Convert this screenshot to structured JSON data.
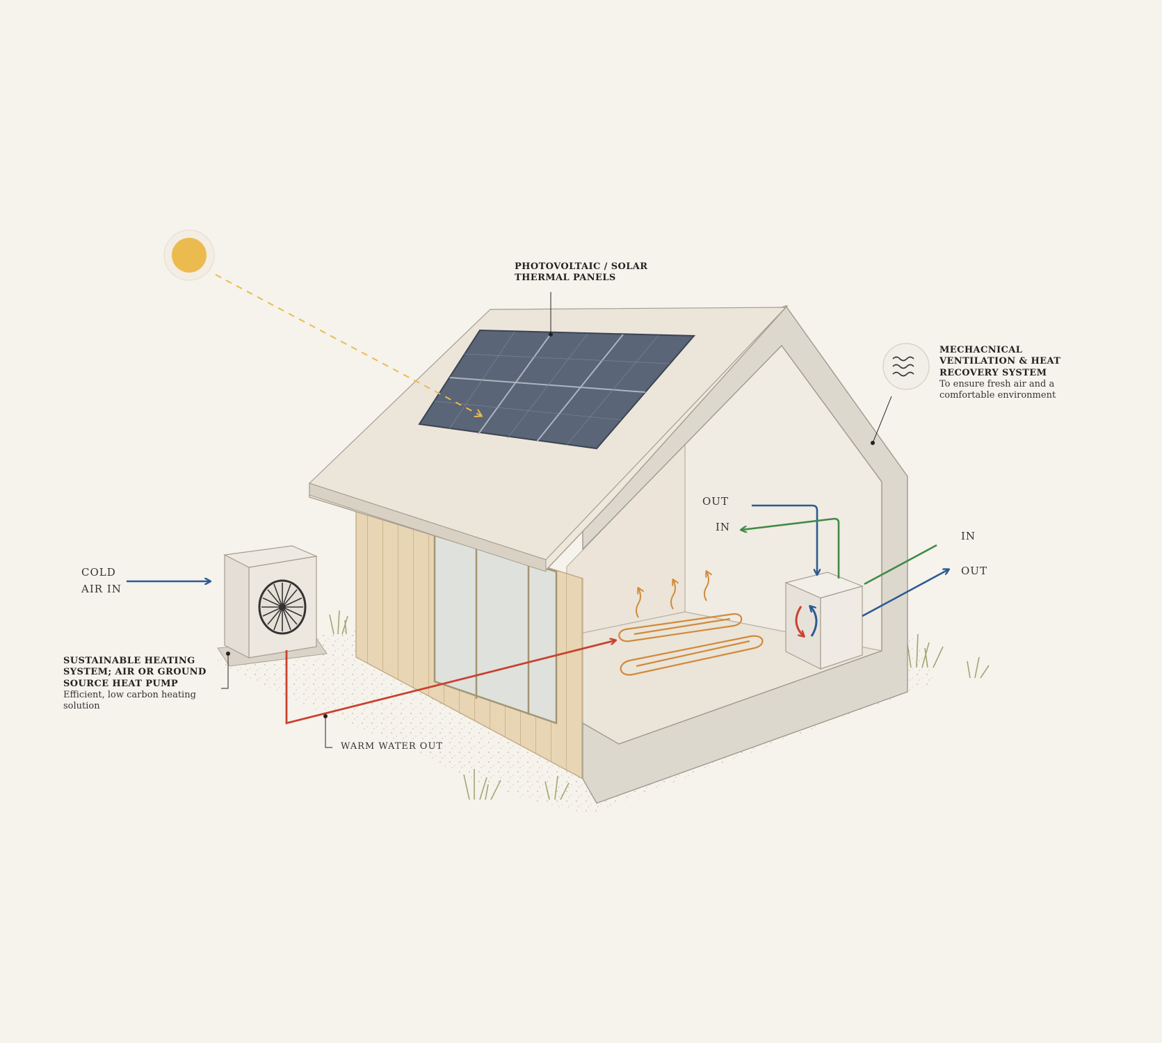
{
  "labels": {
    "solar_panels": {
      "title_line1": "PHOTOVOLTAIC / SOLAR",
      "title_line2": "THERMAL PANELS"
    },
    "mvhr": {
      "title_line1": "MECHACNICAL",
      "title_line2": "VENTILATION & HEAT",
      "title_line3": "RECOVERY SYSTEM",
      "desc_line1": "To ensure fresh air and a",
      "desc_line2": "comfortable environment"
    },
    "heat_pump": {
      "title_line1": "SUSTAINABLE HEATING",
      "title_line2": "SYSTEM; AIR OR GROUND",
      "title_line3": "SOURCE HEAT PUMP",
      "desc_line1": "Efficient, low carbon heating",
      "desc_line2": "solution"
    }
  },
  "flows": {
    "cold_air_in_line1": "COLD",
    "cold_air_in_line2": "AIR IN",
    "warm_water_out": "WARM WATER OUT",
    "inside_out": "OUT",
    "inside_in": "IN",
    "outside_in": "IN",
    "outside_out": "OUT"
  },
  "colors": {
    "background": "#f6f2ec",
    "cold_blue": "#2a5a92",
    "warm_red": "#c9412f",
    "fresh_green": "#3f8a45",
    "heat_orange": "#d08a3a",
    "sun_yellow": "#ebbb4f",
    "panel_slate": "#5a6577"
  },
  "icons": {
    "sun": "sun-icon",
    "ventilation": "air-waves-icon",
    "fan": "fan-icon"
  }
}
